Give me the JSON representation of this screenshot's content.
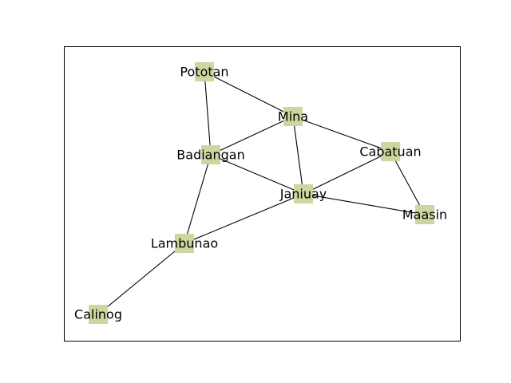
{
  "graph": {
    "node_color": "#cdd69e",
    "edge_color": "#000000",
    "nodes": [
      {
        "id": "Pototan",
        "label": "Pototan"
      },
      {
        "id": "Mina",
        "label": "Mina"
      },
      {
        "id": "Badiangan",
        "label": "Badiangan"
      },
      {
        "id": "Cabatuan",
        "label": "Cabatuan"
      },
      {
        "id": "Janiuay",
        "label": "Janiuay"
      },
      {
        "id": "Maasin",
        "label": "Maasin"
      },
      {
        "id": "Lambunao",
        "label": "Lambunao"
      },
      {
        "id": "Calinog",
        "label": "Calinog"
      }
    ],
    "edges": [
      [
        "Pototan",
        "Mina"
      ],
      [
        "Pototan",
        "Badiangan"
      ],
      [
        "Mina",
        "Badiangan"
      ],
      [
        "Mina",
        "Janiuay"
      ],
      [
        "Mina",
        "Cabatuan"
      ],
      [
        "Badiangan",
        "Janiuay"
      ],
      [
        "Badiangan",
        "Lambunao"
      ],
      [
        "Cabatuan",
        "Janiuay"
      ],
      [
        "Cabatuan",
        "Maasin"
      ],
      [
        "Janiuay",
        "Maasin"
      ],
      [
        "Janiuay",
        "Lambunao"
      ],
      [
        "Lambunao",
        "Calinog"
      ]
    ]
  }
}
